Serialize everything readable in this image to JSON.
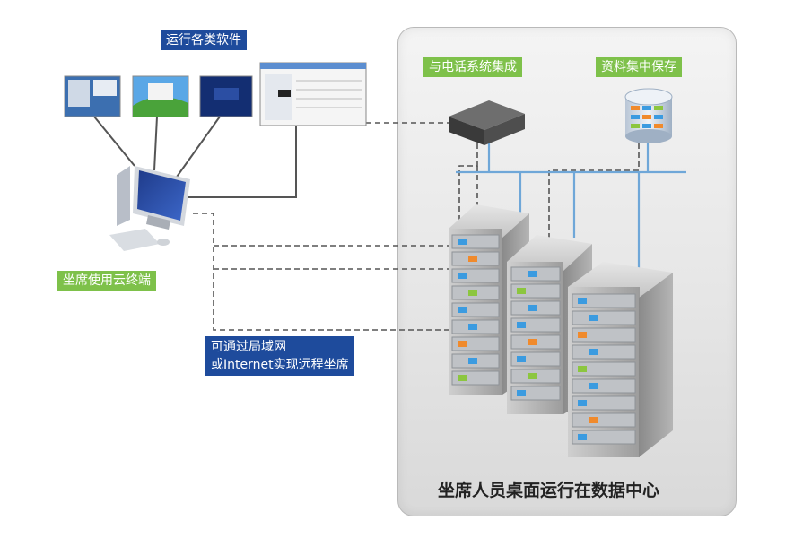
{
  "labels": {
    "run_software": "运行各类软件",
    "phone_integration": "与电话系统集成",
    "data_storage": "资料集中保存",
    "seat_terminal": "坐席使用云终端",
    "remote_line1": "可通过局域网",
    "remote_line2": "或Internet实现远程坐席",
    "datacenter_title": "坐席人员桌面运行在数据中心"
  },
  "colors": {
    "label_blue": "#1e4b9c",
    "label_green": "#7ec14a",
    "network_line": "#6fa7d8",
    "led_blue": "#3b9be0",
    "led_orange": "#f08a2c",
    "led_green": "#8cc63f"
  }
}
